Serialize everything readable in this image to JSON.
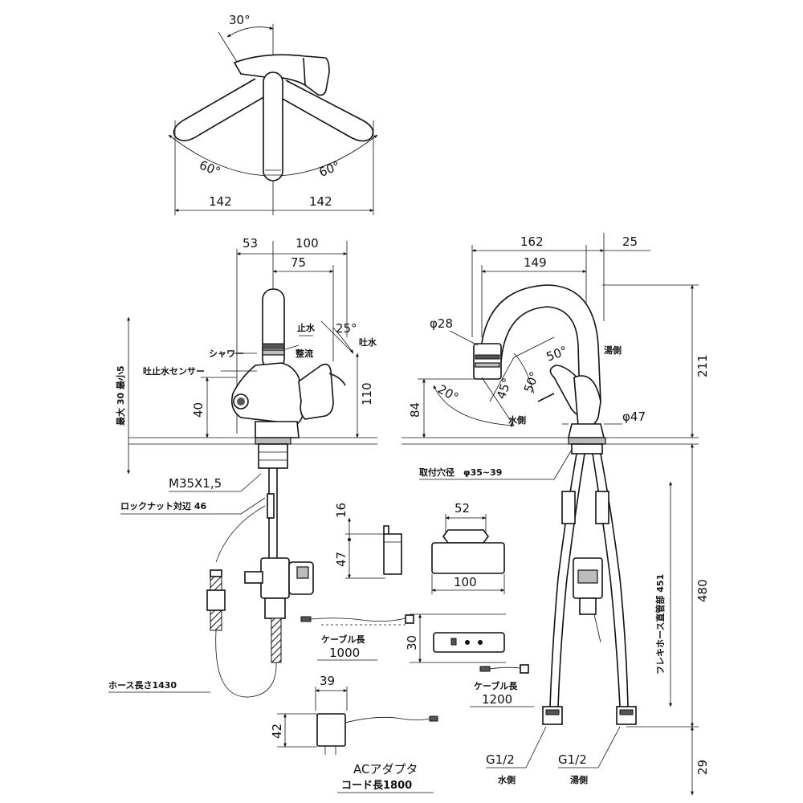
{
  "top_view": {
    "angle_30": "30°",
    "angle_60_left": "60°",
    "angle_60_right": "60°",
    "width_left": "142",
    "width_right": "142"
  },
  "front_view": {
    "dim_53": "53",
    "dim_100": "100",
    "dim_75": "75",
    "label_stop": "止水",
    "angle_25": "25°",
    "label_spout_water": "吐水",
    "label_shower": "シャワー",
    "label_straight": "整流",
    "label_sensor": "吐止水センサー",
    "label_max_min": "最大 30 最小5",
    "dim_40": "40",
    "dim_110": "110",
    "thread": "M35X1,5",
    "locknut": "ロックナット対辺 46",
    "hose_length": "ホース長さ1430"
  },
  "side_view": {
    "dim_162": "162",
    "dim_25": "25",
    "dim_149": "149",
    "dia_28": "φ28",
    "angle_50_top": "50°",
    "label_hot_side_top": "湯側",
    "dim_211": "211",
    "angle_45": "45°",
    "angle_50_mid": "50°",
    "dim_84": "84",
    "angle_20": "20°",
    "label_cold_side_mid": "水側",
    "dia_47": "φ47",
    "mount_hole": "取付穴径　φ35~39",
    "flexi_hose": "フレキホース直管部 451",
    "dim_480": "480",
    "thread_cold": "G1/2",
    "thread_hot": "G1/2",
    "label_cold_bottom": "水側",
    "label_hot_bottom": "湯側",
    "dim_29": "29"
  },
  "components": {
    "dim_16": "16",
    "dim_47": "47",
    "dim_52": "52",
    "dim_100": "100",
    "cable_1000_label": "ケーブル長",
    "cable_1000_value": "1000",
    "dim_30": "30",
    "cable_1200_label": "ケーブル長",
    "cable_1200_value": "1200",
    "dim_39": "39",
    "dim_42": "42",
    "ac_adapter": "ACアダプタ",
    "cord_length": "コード長1800"
  }
}
